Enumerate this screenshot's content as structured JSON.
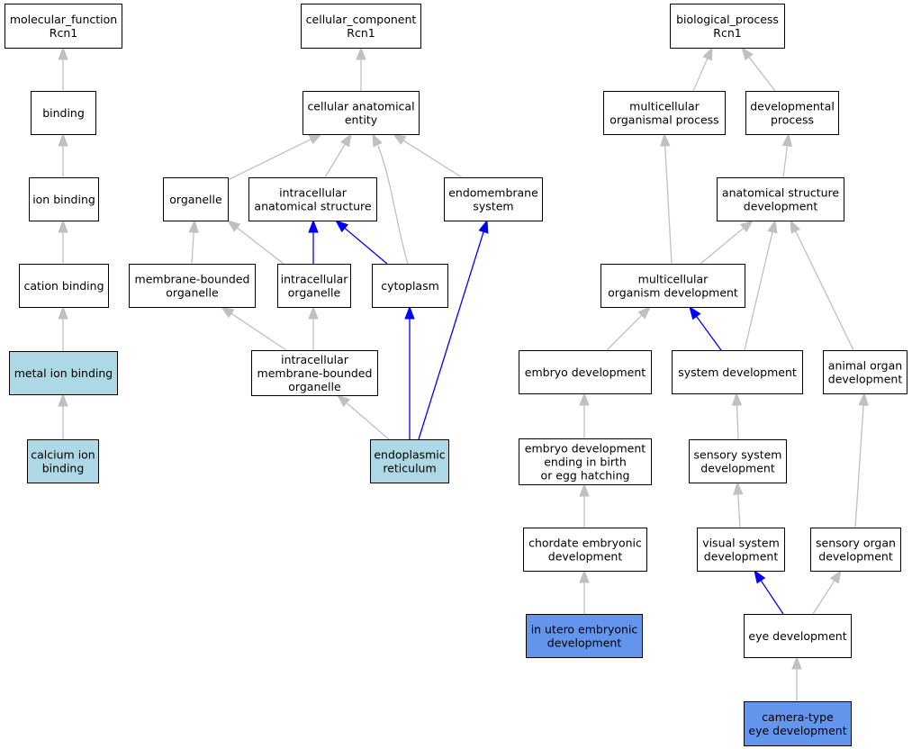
{
  "colors": {
    "default_fill": "#ffffff",
    "light_fill": "#add8e6",
    "dark_fill": "#6495ed",
    "grey_edge": "#c0c0c0",
    "blue_edge": "#0000ff"
  },
  "nodes": {
    "mf_root": {
      "lines": [
        "molecular_function",
        "Rcn1"
      ],
      "fill": "default"
    },
    "binding": {
      "lines": [
        "binding"
      ],
      "fill": "default"
    },
    "ion_binding": {
      "lines": [
        "ion binding"
      ],
      "fill": "default"
    },
    "cation_binding": {
      "lines": [
        "cation binding"
      ],
      "fill": "default"
    },
    "metal_ion_binding": {
      "lines": [
        "metal ion binding"
      ],
      "fill": "light"
    },
    "calcium_ion_binding": {
      "lines": [
        "calcium ion",
        "binding"
      ],
      "fill": "light"
    },
    "cc_root": {
      "lines": [
        "cellular_component",
        "Rcn1"
      ],
      "fill": "default"
    },
    "cellular_anatomical_entity": {
      "lines": [
        "cellular anatomical",
        "entity"
      ],
      "fill": "default"
    },
    "organelle": {
      "lines": [
        "organelle"
      ],
      "fill": "default"
    },
    "intracellular_anatomical_structure": {
      "lines": [
        "intracellular",
        "anatomical structure"
      ],
      "fill": "default"
    },
    "endomembrane_system": {
      "lines": [
        "endomembrane",
        "system"
      ],
      "fill": "default"
    },
    "membrane_bounded_organelle": {
      "lines": [
        "membrane-bounded",
        "organelle"
      ],
      "fill": "default"
    },
    "intracellular_organelle": {
      "lines": [
        "intracellular",
        "organelle"
      ],
      "fill": "default"
    },
    "cytoplasm": {
      "lines": [
        "cytoplasm"
      ],
      "fill": "default"
    },
    "intracellular_membrane_bounded_organelle": {
      "lines": [
        "intracellular",
        "membrane-bounded",
        "organelle"
      ],
      "fill": "default"
    },
    "endoplasmic_reticulum": {
      "lines": [
        "endoplasmic",
        "reticulum"
      ],
      "fill": "light"
    },
    "bp_root": {
      "lines": [
        "biological_process",
        "Rcn1"
      ],
      "fill": "default"
    },
    "multicellular_organismal_process": {
      "lines": [
        "multicellular",
        "organismal process"
      ],
      "fill": "default"
    },
    "developmental_process": {
      "lines": [
        "developmental",
        "process"
      ],
      "fill": "default"
    },
    "anatomical_structure_development": {
      "lines": [
        "anatomical structure",
        "development"
      ],
      "fill": "default"
    },
    "multicellular_organism_development": {
      "lines": [
        "multicellular",
        "organism development"
      ],
      "fill": "default"
    },
    "embryo_development": {
      "lines": [
        "embryo development"
      ],
      "fill": "default"
    },
    "system_development": {
      "lines": [
        "system development"
      ],
      "fill": "default"
    },
    "animal_organ_development": {
      "lines": [
        "animal organ",
        "development"
      ],
      "fill": "default"
    },
    "embryo_development_birth": {
      "lines": [
        "embryo development",
        "ending in birth",
        "or egg hatching"
      ],
      "fill": "default"
    },
    "sensory_system_development": {
      "lines": [
        "sensory system",
        "development"
      ],
      "fill": "default"
    },
    "chordate_embryonic_development": {
      "lines": [
        "chordate embryonic",
        "development"
      ],
      "fill": "default"
    },
    "visual_system_development": {
      "lines": [
        "visual system",
        "development"
      ],
      "fill": "default"
    },
    "sensory_organ_development": {
      "lines": [
        "sensory organ",
        "development"
      ],
      "fill": "default"
    },
    "in_utero_embryonic_development": {
      "lines": [
        "in utero embryonic",
        "development"
      ],
      "fill": "dark"
    },
    "eye_development": {
      "lines": [
        "eye development"
      ],
      "fill": "default"
    },
    "camera_type_eye_development": {
      "lines": [
        "camera-type",
        "eye development"
      ],
      "fill": "dark"
    }
  },
  "edges": [
    {
      "from": "binding",
      "to": "mf_root",
      "color": "grey"
    },
    {
      "from": "ion_binding",
      "to": "binding",
      "color": "grey"
    },
    {
      "from": "cation_binding",
      "to": "ion_binding",
      "color": "grey"
    },
    {
      "from": "metal_ion_binding",
      "to": "cation_binding",
      "color": "grey"
    },
    {
      "from": "calcium_ion_binding",
      "to": "metal_ion_binding",
      "color": "grey"
    },
    {
      "from": "cellular_anatomical_entity",
      "to": "cc_root",
      "color": "grey"
    },
    {
      "from": "organelle",
      "to": "cellular_anatomical_entity",
      "color": "grey"
    },
    {
      "from": "intracellular_anatomical_structure",
      "to": "cellular_anatomical_entity",
      "color": "grey"
    },
    {
      "from": "endomembrane_system",
      "to": "cellular_anatomical_entity",
      "color": "grey"
    },
    {
      "from": "cytoplasm",
      "to": "cellular_anatomical_entity",
      "color": "grey",
      "curve": "cytoplasm_up"
    },
    {
      "from": "membrane_bounded_organelle",
      "to": "organelle",
      "color": "grey"
    },
    {
      "from": "intracellular_organelle",
      "to": "organelle",
      "color": "grey"
    },
    {
      "from": "intracellular_organelle",
      "to": "intracellular_anatomical_structure",
      "color": "blue"
    },
    {
      "from": "cytoplasm",
      "to": "intracellular_anatomical_structure",
      "color": "blue"
    },
    {
      "from": "intracellular_membrane_bounded_organelle",
      "to": "membrane_bounded_organelle",
      "color": "grey"
    },
    {
      "from": "intracellular_membrane_bounded_organelle",
      "to": "intracellular_organelle",
      "color": "grey"
    },
    {
      "from": "endoplasmic_reticulum",
      "to": "intracellular_membrane_bounded_organelle",
      "color": "grey"
    },
    {
      "from": "endoplasmic_reticulum",
      "to": "cytoplasm",
      "color": "blue"
    },
    {
      "from": "endoplasmic_reticulum",
      "to": "endomembrane_system",
      "color": "blue"
    },
    {
      "from": "multicellular_organismal_process",
      "to": "bp_root",
      "color": "grey"
    },
    {
      "from": "developmental_process",
      "to": "bp_root",
      "color": "grey"
    },
    {
      "from": "anatomical_structure_development",
      "to": "developmental_process",
      "color": "grey"
    },
    {
      "from": "multicellular_organism_development",
      "to": "multicellular_organismal_process",
      "color": "grey"
    },
    {
      "from": "multicellular_organism_development",
      "to": "anatomical_structure_development",
      "color": "grey"
    },
    {
      "from": "system_development",
      "to": "anatomical_structure_development",
      "color": "grey"
    },
    {
      "from": "animal_organ_development",
      "to": "anatomical_structure_development",
      "color": "grey"
    },
    {
      "from": "embryo_development",
      "to": "multicellular_organism_development",
      "color": "grey"
    },
    {
      "from": "system_development",
      "to": "multicellular_organism_development",
      "color": "blue"
    },
    {
      "from": "embryo_development_birth",
      "to": "embryo_development",
      "color": "grey"
    },
    {
      "from": "sensory_system_development",
      "to": "system_development",
      "color": "grey"
    },
    {
      "from": "chordate_embryonic_development",
      "to": "embryo_development_birth",
      "color": "grey"
    },
    {
      "from": "visual_system_development",
      "to": "sensory_system_development",
      "color": "grey"
    },
    {
      "from": "sensory_organ_development",
      "to": "animal_organ_development",
      "color": "grey"
    },
    {
      "from": "in_utero_embryonic_development",
      "to": "chordate_embryonic_development",
      "color": "grey"
    },
    {
      "from": "eye_development",
      "to": "visual_system_development",
      "color": "blue"
    },
    {
      "from": "eye_development",
      "to": "sensory_organ_development",
      "color": "grey"
    },
    {
      "from": "camera_type_eye_development",
      "to": "eye_development",
      "color": "grey"
    }
  ]
}
